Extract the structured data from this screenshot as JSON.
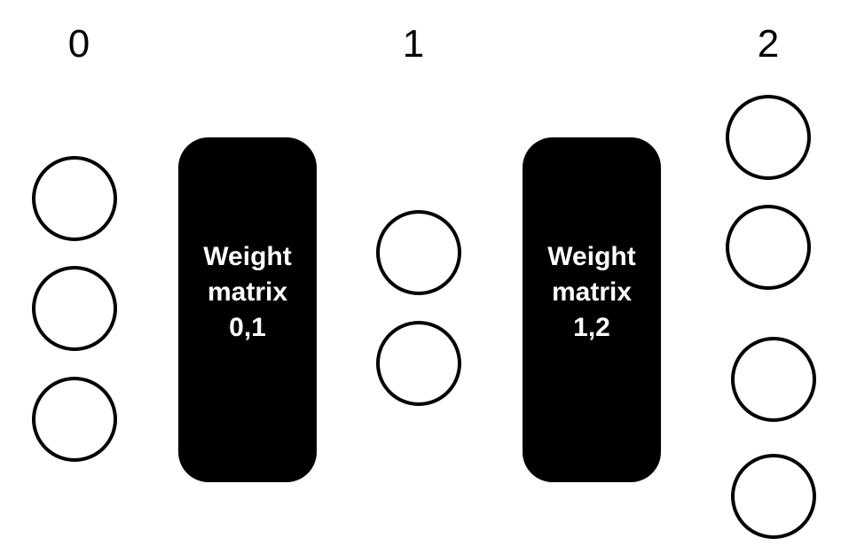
{
  "layers": [
    {
      "label": "0",
      "neurons": 3
    },
    {
      "label": "1",
      "neurons": 2
    },
    {
      "label": "2",
      "neurons": 4
    }
  ],
  "matrices": [
    {
      "line1": "Weight",
      "line2": "matrix",
      "line3": "0,1"
    },
    {
      "line1": "Weight",
      "line2": "matrix",
      "line3": "1,2"
    }
  ],
  "colors": {
    "matrix_fill": "#000000",
    "matrix_text": "#ffffff",
    "neuron_stroke": "#000000",
    "background": "#ffffff"
  }
}
